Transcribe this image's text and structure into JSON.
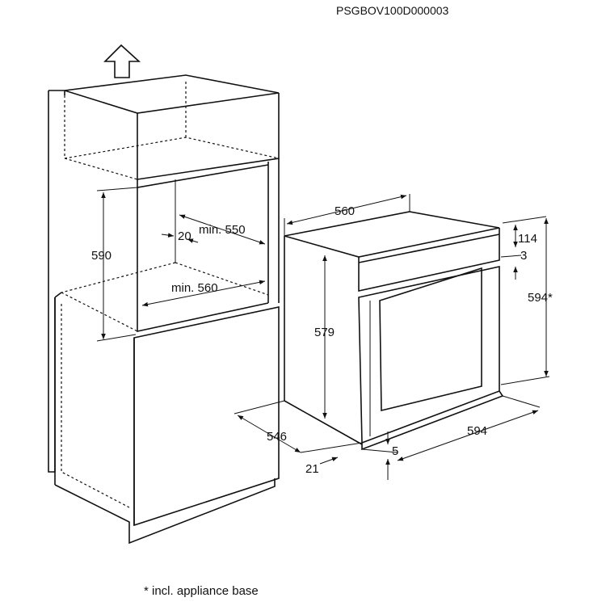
{
  "header": {
    "code": "PSGBOV100D000003"
  },
  "cabinet_dimensions": {
    "height": "590",
    "depth_gap": "20",
    "min_depth": "min. 550",
    "min_width": "min. 560"
  },
  "oven_dimensions": {
    "width_top": "560",
    "top_height": "114",
    "panel_gap": "3",
    "total_height": "594*",
    "body_height": "579",
    "depth": "546",
    "door_depth": "21",
    "door_offset": "5",
    "front_width": "594"
  },
  "footnote": "* incl. appliance base",
  "icons": {
    "direction_arrow": "up-arrow-icon"
  }
}
